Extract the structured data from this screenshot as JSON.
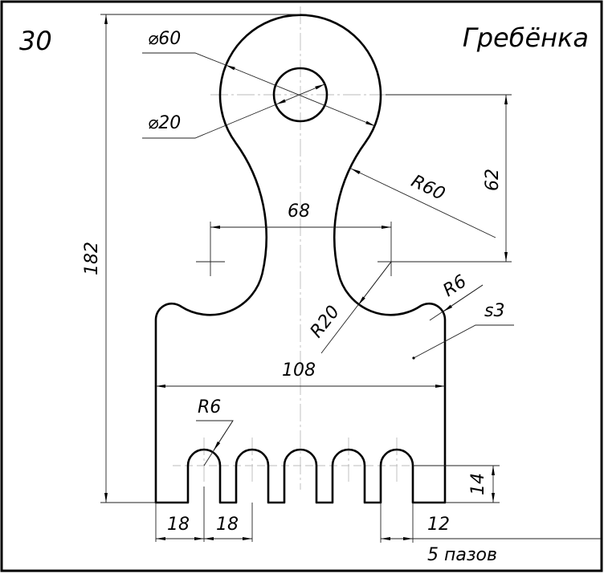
{
  "drawing": {
    "number": "30",
    "title": "Гребёнка",
    "dimensions": {
      "outer_diameter": "⌀60",
      "hole_diameter": "⌀20",
      "neck_radius": "R60",
      "height_62": "62",
      "width_68": "68",
      "overall_height": "182",
      "fillet_r20": "R20",
      "fillet_r6_top": "R6",
      "thickness": "s3",
      "overall_width": "108",
      "slot_radius": "R6",
      "slot_depth": "14",
      "pitch_1": "18",
      "pitch_2": "18",
      "slot_width": "12",
      "slot_count": "5 пазов"
    }
  }
}
